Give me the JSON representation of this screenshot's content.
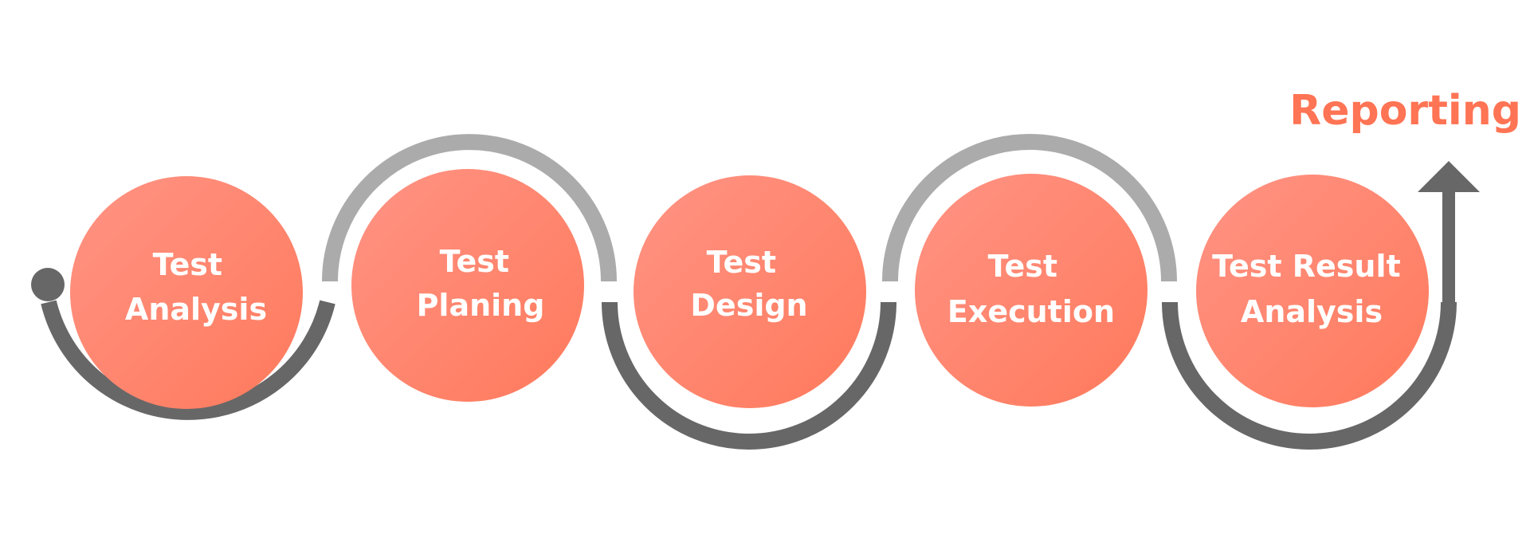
{
  "diagram": {
    "steps": [
      {
        "line1": "Test",
        "line2": "Analysis"
      },
      {
        "line1": "Test",
        "line2": "Planing"
      },
      {
        "line1": "Test",
        "line2": "Design"
      },
      {
        "line1": "Test",
        "line2": "Execution"
      },
      {
        "line1": "Test Result",
        "line2": "Analysis"
      }
    ],
    "end_label": "Reporting",
    "colors": {
      "circle_light": "#FF9384",
      "circle_dark": "#FF7A5C",
      "track_dark": "#676767",
      "track_light": "#ABABAB",
      "accent": "#FF7454"
    }
  }
}
